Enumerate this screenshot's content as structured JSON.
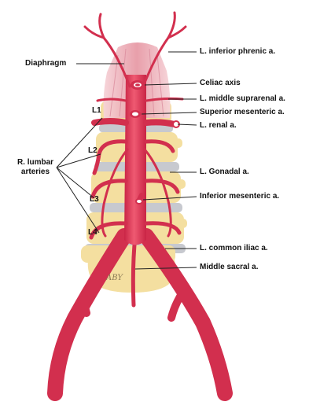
{
  "labels": {
    "diaphragm": "Diaphragm",
    "inferior_phrenic": "L. inferior phrenic a.",
    "celiac_axis": "Celiac axis",
    "middle_suprarenal": "L. middle suprarenal a.",
    "superior_mesenteric": "Superior mesenteric a.",
    "renal": "L. renal a.",
    "gonadal": "L. Gonadal a.",
    "inferior_mesenteric": "Inferior mesenteric a.",
    "common_iliac": "L. common iliac a.",
    "middle_sacral": "Middle sacral a.",
    "lumbar_line1": "R. lumbar",
    "lumbar_line2": "arteries",
    "l1": "L1",
    "l2": "L2",
    "l3": "L3",
    "l4": "L4",
    "artist_mark": "ABY"
  },
  "colors": {
    "artery": "#e23a57",
    "artery_dark": "#b81f3c",
    "artery_light": "#f27a90",
    "vertebra": "#f4dfa0",
    "disc": "#c7c9cf",
    "diaphragm": "#eeb8c0",
    "leader": "#222222"
  }
}
